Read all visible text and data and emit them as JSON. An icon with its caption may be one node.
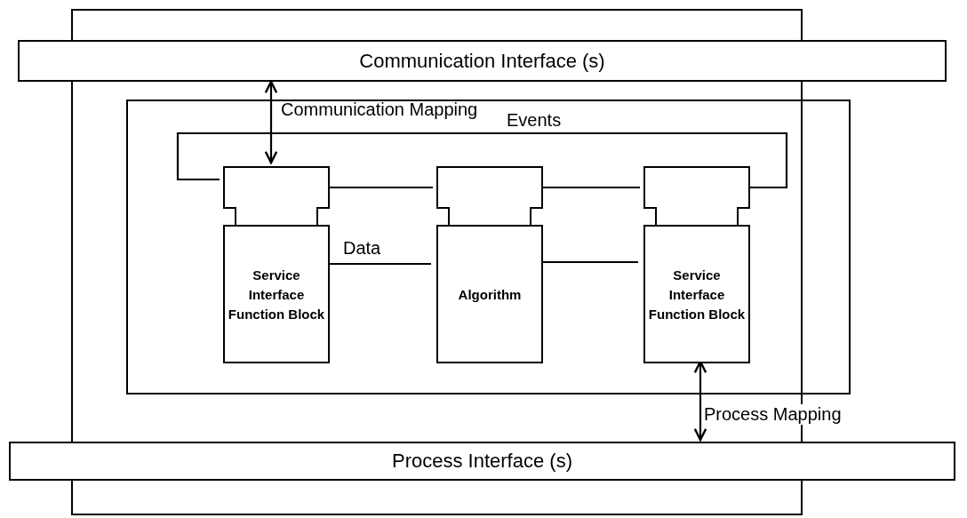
{
  "diagram": {
    "nodes": [
      {
        "text": [],
        "shape": "box"
      },
      {
        "text": [
          "Communication Interface (s)"
        ]
      },
      {
        "text": [
          "Communication Mapping"
        ],
        "in": 0
      },
      {
        "text": [
          "Service Interface Function Block"
        ],
        "in": 2
      },
      {
        "text": [
          "Algorithm"
        ],
        "in": 2
      },
      {
        "text": [
          "Service Interface Function Block"
        ],
        "in": 2
      },
      {
        "text": [
          "Process Interface (s)"
        ]
      }
    ],
    "edges": [
      {
        "from": 1,
        "to": 3,
        "arrow": "both"
      },
      {
        "from": 3,
        "to": 5,
        "arrow": "none",
        "label": "Events"
      },
      {
        "from": 3,
        "to": 4,
        "arrow": "none"
      },
      {
        "from": 4,
        "to": 5,
        "arrow": "none"
      },
      {
        "from": 3,
        "to": 4,
        "arrow": "none",
        "label": "Data"
      },
      {
        "from": 4,
        "to": 5,
        "arrow": "none"
      },
      {
        "from": 5,
        "to": 6,
        "arrow": "both",
        "label": "Process Mapping"
      }
    ]
  }
}
